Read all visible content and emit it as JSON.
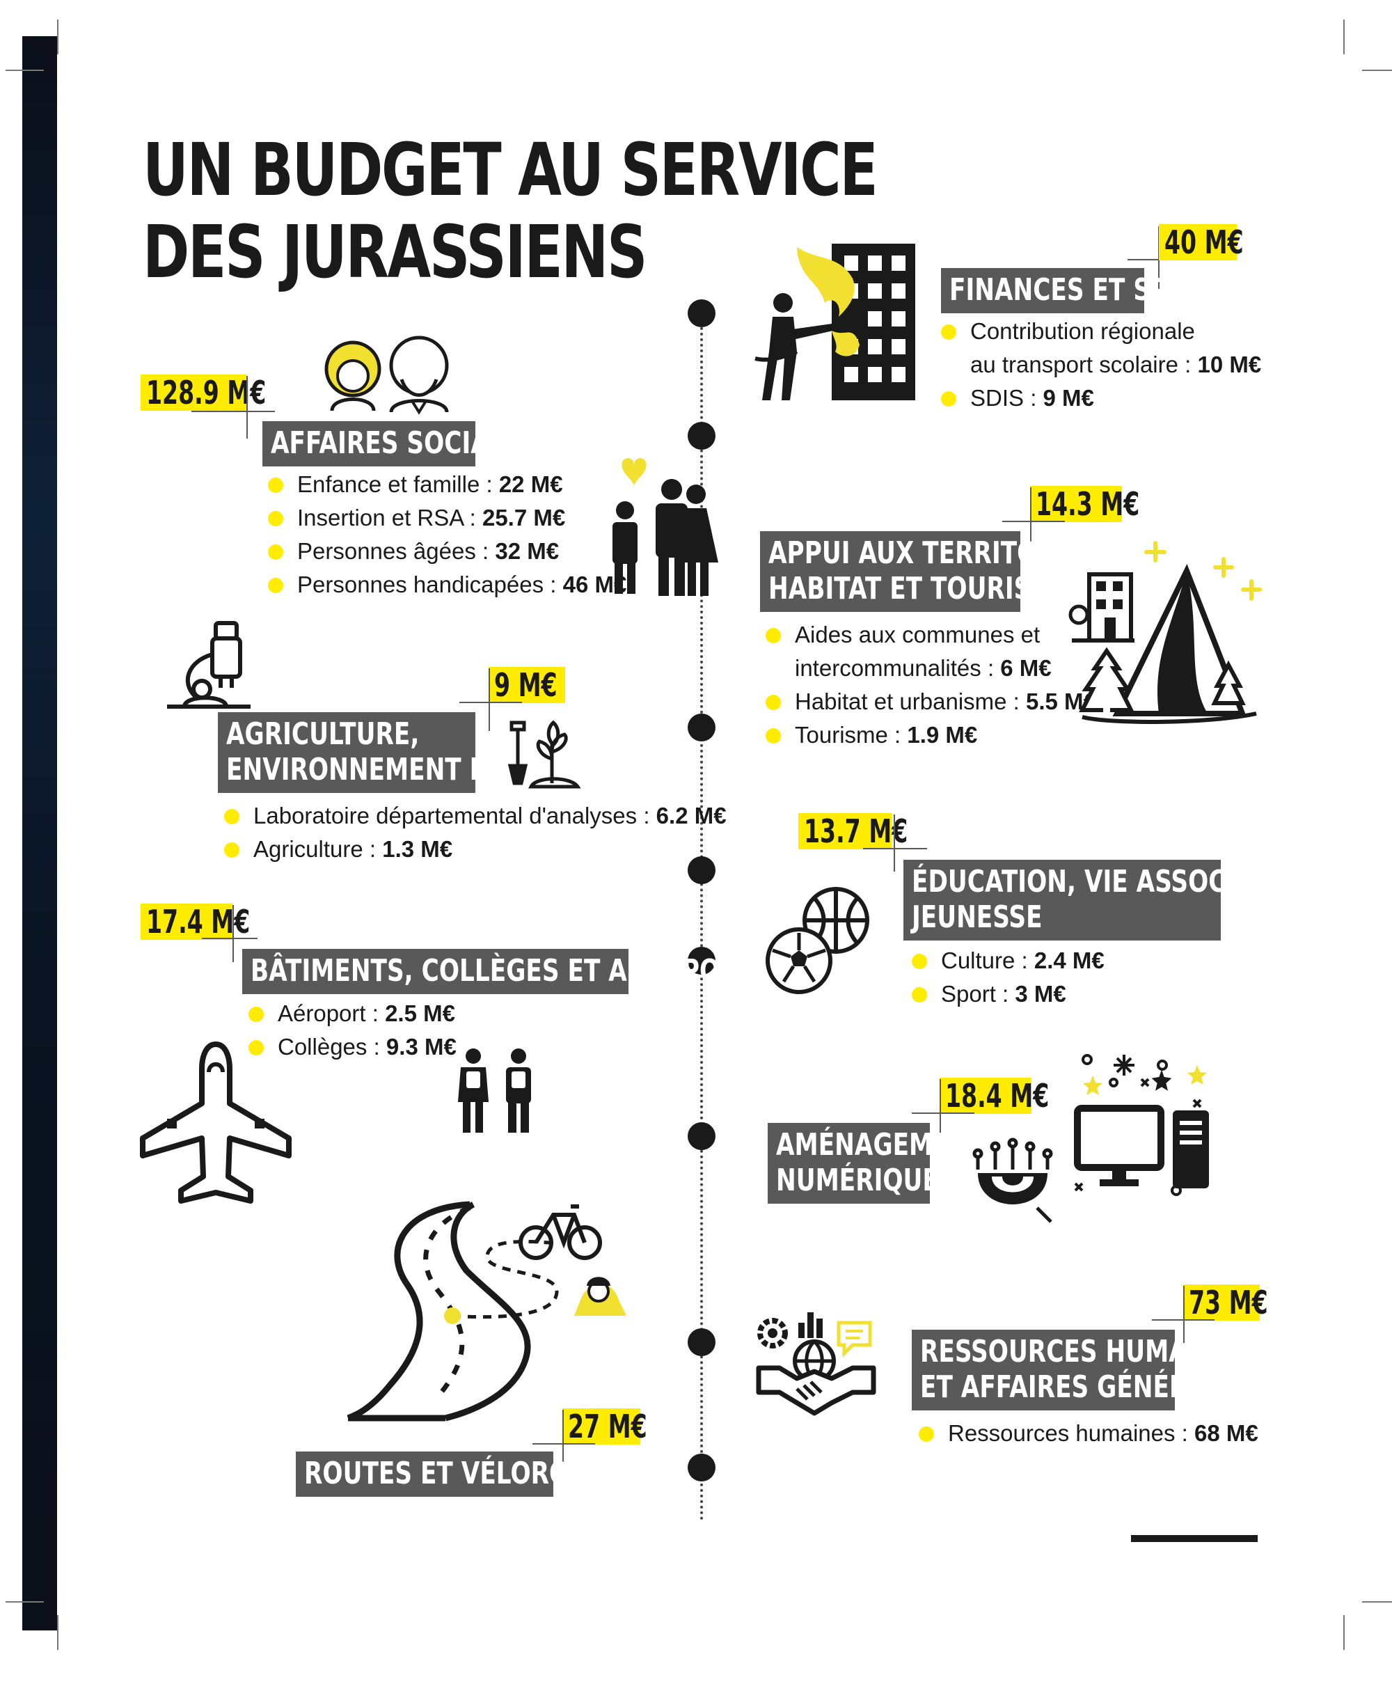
{
  "title": {
    "line1": "UN BUDGET AU SERVICE",
    "line2": "DES JURASSIENS"
  },
  "colors": {
    "accent": "#ffec00",
    "label_bg": "#595959",
    "text": "#1a1a1a"
  },
  "sections": [
    {
      "id": "finances",
      "title_lines": [
        "FINANCES ET SDIS"
      ],
      "amount": "40 M€",
      "icon": "firefighter-building-icon",
      "items": [
        {
          "label": "Contribution régionale",
          "label2": "au transport scolaire : ",
          "value": "10 M€"
        },
        {
          "label": "SDIS : ",
          "value": "9 M€"
        }
      ]
    },
    {
      "id": "affaires",
      "title_lines": [
        "AFFAIRES SOCIALES"
      ],
      "amount": "128.9 M€",
      "icon": "elderly-couple-icon",
      "items": [
        {
          "label": "Enfance et famille : ",
          "value": "22 M€"
        },
        {
          "label": "Insertion et RSA : ",
          "value": "25.7 M€"
        },
        {
          "label": "Personnes âgées : ",
          "value": "32 M€"
        },
        {
          "label": "Personnes handicapées : ",
          "value": "46 M€"
        }
      ]
    },
    {
      "id": "territoires",
      "title_lines": [
        "APPUI AUX TERRITOIRES",
        "HABITAT ET TOURISME"
      ],
      "amount": "14.3 M€",
      "icon": "mountain-landscape-icon",
      "items": [
        {
          "label": "Aides aux communes et",
          "label2": "intercommunalités : ",
          "value": "6 M€"
        },
        {
          "label": "Habitat et urbanisme : ",
          "value": "5.5 M€"
        },
        {
          "label": "Tourisme : ",
          "value": "1.9 M€"
        }
      ]
    },
    {
      "id": "agriculture",
      "title_lines": [
        "AGRICULTURE,",
        "ENVIRONNEMENT ET LDA"
      ],
      "amount": "9 M€",
      "icon": "microscope-icon",
      "items": [
        {
          "label": "Laboratoire départemental d'analyses : ",
          "value": "6.2 M€"
        },
        {
          "label": "Agriculture : ",
          "value": "1.3 M€"
        }
      ]
    },
    {
      "id": "education",
      "title_lines": [
        "ÉDUCATION, VIE ASSOCIATIVE,",
        "JEUNESSE"
      ],
      "amount": "13.7 M€",
      "icon": "balls-icon",
      "items": [
        {
          "label": "Culture : ",
          "value": "2.4 M€"
        },
        {
          "label": "Sport : ",
          "value": "3 M€"
        }
      ]
    },
    {
      "id": "batiments",
      "title_lines": [
        "BÂTIMENTS, COLLÈGES ET AÉROPORT"
      ],
      "amount": "17.4 M€",
      "icon": "airplane-icon",
      "items": [
        {
          "label": "Aéroport : ",
          "value": "2.5 M€"
        },
        {
          "label": "Collèges : ",
          "value": "9.3 M€"
        }
      ]
    },
    {
      "id": "numerique",
      "title_lines": [
        "AMÉNAGEMENT",
        "NUMÉRIQUE"
      ],
      "amount": "18.4 M€",
      "icon": "computer-icon",
      "items": []
    },
    {
      "id": "rh",
      "title_lines": [
        "RESSOURCES HUMAINES",
        "ET AFFAIRES GÉNÉRALES"
      ],
      "amount": "73 M€",
      "icon": "handshake-globe-icon",
      "items": [
        {
          "label": "Ressources humaines : ",
          "value": "68 M€"
        }
      ]
    },
    {
      "id": "routes",
      "title_lines": [
        "ROUTES ET VÉLOROUTES"
      ],
      "amount": "27 M€",
      "icon": "road-icon",
      "items": []
    }
  ]
}
